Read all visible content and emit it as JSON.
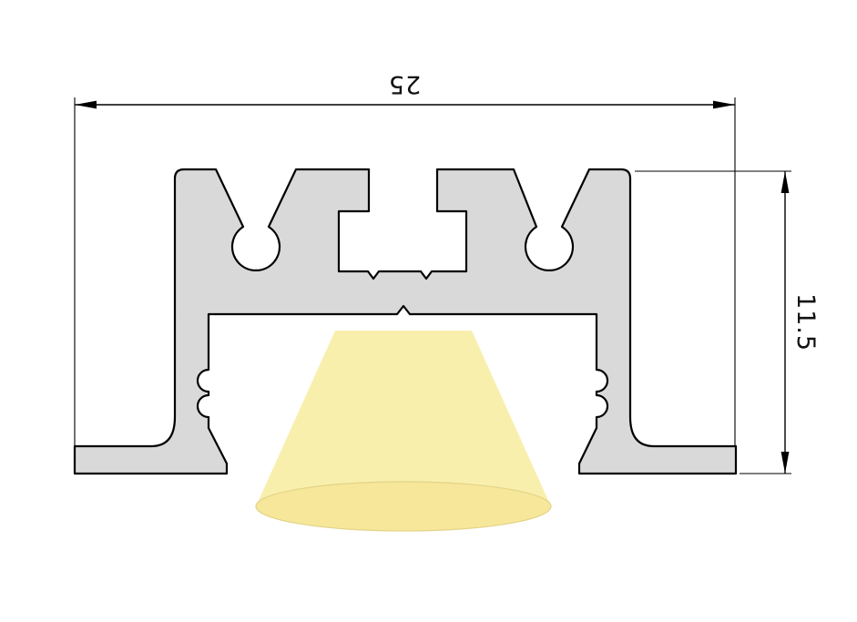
{
  "drawing": {
    "type": "led-profile-cross-section",
    "dimensions": {
      "width": {
        "value": "25",
        "orientation": "horizontal",
        "position": "top",
        "text_rotation_deg": 180
      },
      "height": {
        "value": "11.5",
        "orientation": "vertical",
        "position": "right",
        "text_rotation_deg": 90
      }
    },
    "colors": {
      "background": "#ffffff",
      "profile_fill": "#d9d9d9",
      "outline": "#000000",
      "dimension_line": "#000000",
      "light_cone_fill": "#f9efad",
      "light_ellipse_fill": "#f6e79b",
      "light_ellipse_stroke": "#e3d387"
    }
  }
}
